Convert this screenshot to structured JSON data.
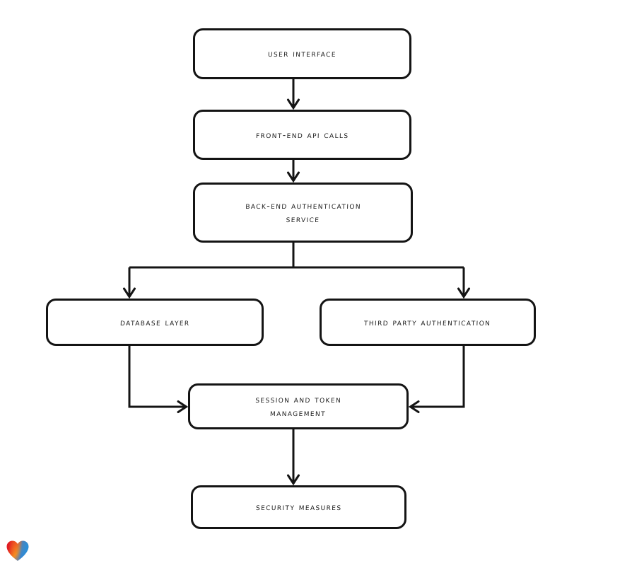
{
  "diagram": {
    "type": "flowchart",
    "style": "hand-drawn",
    "background_color": "#ffffff",
    "stroke_color": "#141414",
    "text_color": "#1c1c1c",
    "nodes": [
      {
        "id": "user_interface",
        "label": "USER INTERFACE"
      },
      {
        "id": "frontend_api_calls",
        "label": "FRONT-END API CALLS"
      },
      {
        "id": "backend_auth_service",
        "label": "BACK-END AUTHENTICATION\nSERVICE"
      },
      {
        "id": "database_layer",
        "label": "DATABASE LAYER"
      },
      {
        "id": "third_party_auth",
        "label": "THIRD PARTY AUTHENTICATION"
      },
      {
        "id": "session_token_mgmt",
        "label": "SESSION AND TOKEN\nMANAGEMENT"
      },
      {
        "id": "security_measures",
        "label": "SECURITY MEASURES"
      }
    ],
    "edges": [
      {
        "from": "user_interface",
        "to": "frontend_api_calls",
        "direction": "down"
      },
      {
        "from": "frontend_api_calls",
        "to": "backend_auth_service",
        "direction": "down"
      },
      {
        "from": "backend_auth_service",
        "to": "database_layer",
        "direction": "down-left-branch"
      },
      {
        "from": "backend_auth_service",
        "to": "third_party_auth",
        "direction": "down-right-branch"
      },
      {
        "from": "database_layer",
        "to": "session_token_mgmt",
        "direction": "down-then-right"
      },
      {
        "from": "third_party_auth",
        "to": "session_token_mgmt",
        "direction": "down-then-left"
      },
      {
        "from": "session_token_mgmt",
        "to": "security_measures",
        "direction": "down"
      }
    ]
  },
  "watermark": {
    "icon": "heart-icon",
    "colors": {
      "top_left": "#e01b24",
      "top_right": "#2b8fd8",
      "bottom": "#f6911e",
      "mid": "#f05a22"
    }
  }
}
